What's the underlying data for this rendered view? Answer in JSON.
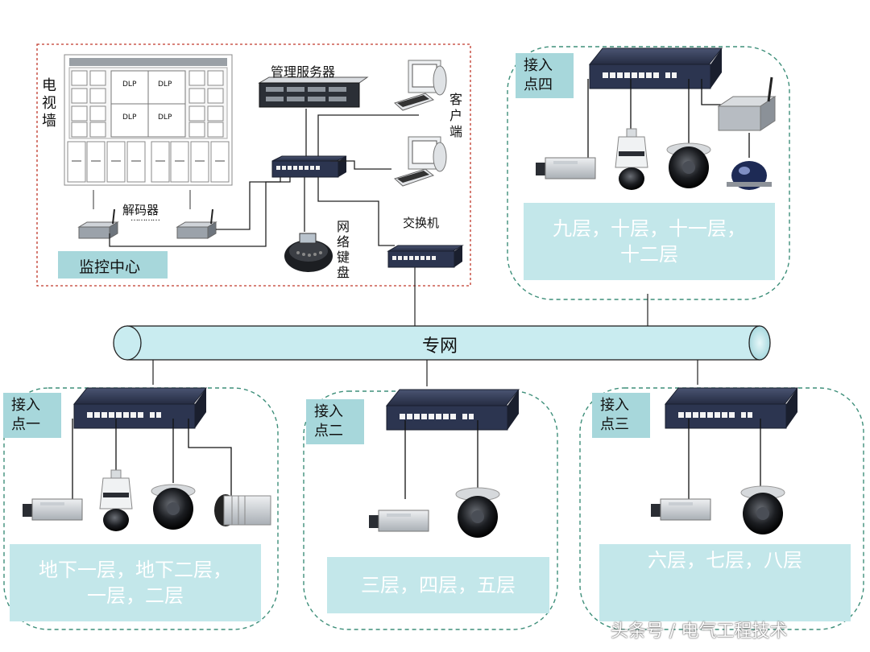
{
  "colors": {
    "teal_box": "#a7d7db",
    "floor_box": "#c3e7ea",
    "monitor_border": "#c0392b",
    "group_border": "#3e8f7a",
    "backbone_fill": "#c9ecf0",
    "switch_body": "#2c3550"
  },
  "monitor_center": {
    "tv_wall_label": [
      "电",
      "视",
      "墙"
    ],
    "dlp_labels": [
      "DLP",
      "DLP",
      "DLP",
      "DLP"
    ],
    "decoder_label": "解码器",
    "decoder_dots": "…………",
    "center_label": "监控中心",
    "server_label": "管理服务器",
    "client_label": [
      "客",
      "户",
      "端"
    ],
    "keyboard_label": [
      "网",
      "络",
      "键",
      "盘"
    ],
    "switch_label": "交换机"
  },
  "backbone": {
    "label": "专网"
  },
  "access_points": {
    "ap1": {
      "label_line1": "接入",
      "label_line2": "点一",
      "floors_line1": "地下一层，地下二层，",
      "floors_line2": "一层，二层"
    },
    "ap2": {
      "label_line1": "接入",
      "label_line2": "点二",
      "floors_line1": "三层，四层，五层"
    },
    "ap3": {
      "label_line1": "接入",
      "label_line2": "点三",
      "floors_line1": "六层，七层，八层"
    },
    "ap4": {
      "label_line1": "接入",
      "label_line2": "点四",
      "floors_line1": "九层，十层，十一层，",
      "floors_line2": "十二层"
    }
  },
  "watermark": "头条号 / 电气工程技术"
}
